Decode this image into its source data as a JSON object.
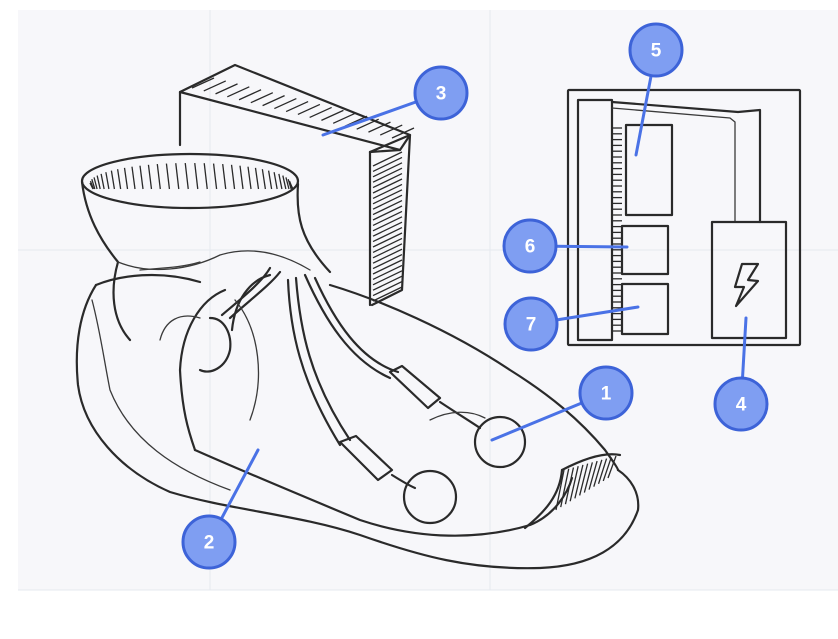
{
  "colors": {
    "badge_fill": "#7f9ef2",
    "badge_stroke": "#3d63d8",
    "leader": "#4a72e6",
    "ink": "#2a2a2a",
    "paper": "#f7f7fa"
  },
  "callouts": [
    {
      "label": "1",
      "part": "electrode-pad-toe"
    },
    {
      "label": "2",
      "part": "insole"
    },
    {
      "label": "3",
      "part": "ankle-module"
    },
    {
      "label": "4",
      "part": "battery"
    },
    {
      "label": "5",
      "part": "controller-chip"
    },
    {
      "label": "6",
      "part": "module-6"
    },
    {
      "label": "7",
      "part": "module-7"
    }
  ],
  "icons": {
    "battery": "lightning-bolt-icon"
  }
}
